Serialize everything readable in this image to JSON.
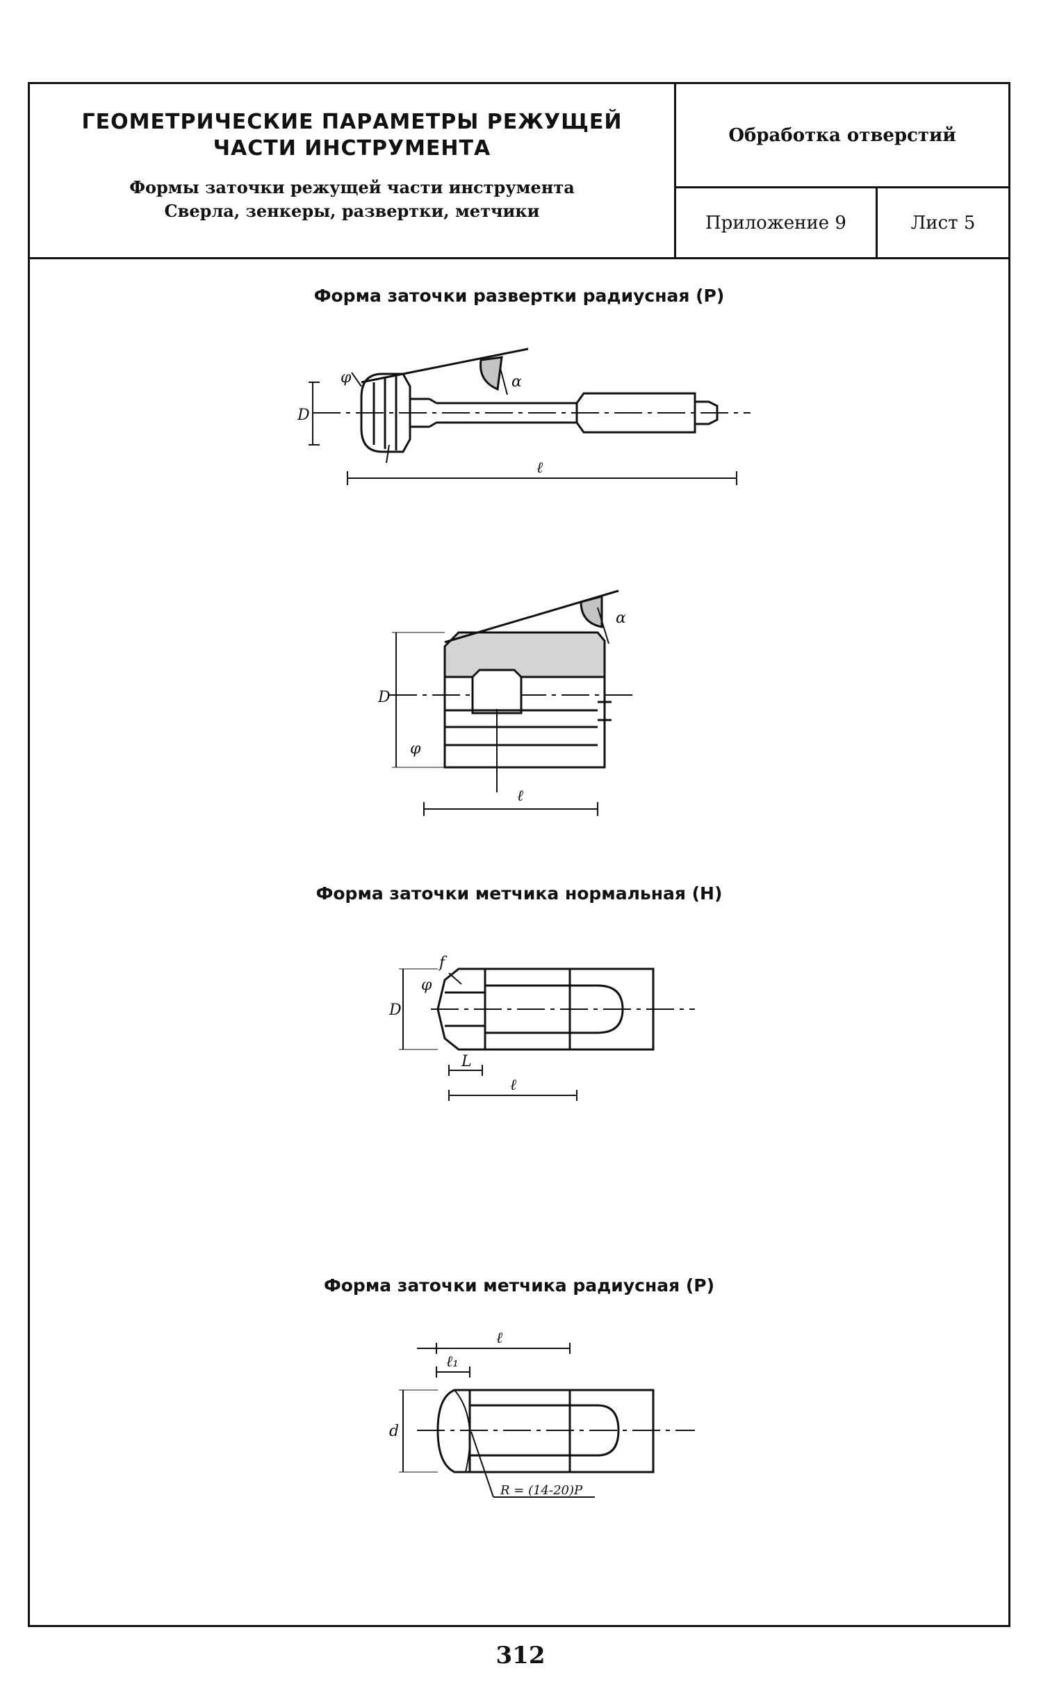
{
  "header": {
    "title_line1": "ГЕОМЕТРИЧЕСКИЕ ПАРАМЕТРЫ РЕЖУЩЕЙ",
    "title_line2": "ЧАСТИ ИНСТРУМЕНТА",
    "subtitle": "Формы заточки режущей части инструмента",
    "tools": "Сверла, зенкеры, развертки, метчики",
    "section": "Обработка отверстий",
    "appendix": "Приложение 9",
    "sheet": "Лист 5"
  },
  "figures": {
    "reamer": {
      "caption": "Форма заточки развертки радиусная (Р)",
      "labels": {
        "phi": "φ",
        "alpha": "α",
        "d": "D",
        "l": "ℓ"
      }
    },
    "shell_reamer": {
      "labels": {
        "d": "D",
        "phi": "φ",
        "alpha": "α",
        "l": "ℓ"
      }
    },
    "tap_normal": {
      "caption": "Форма заточки метчика нормальная (Н)",
      "labels": {
        "f": "f",
        "phi": "φ",
        "d": "D",
        "L": "L",
        "l": "ℓ"
      }
    },
    "tap_radius": {
      "caption": "Форма заточки метчика радиусная (Р)",
      "labels": {
        "l": "ℓ",
        "l1": "ℓ₁",
        "d": "d",
        "r": "R = (14-20)P"
      }
    }
  },
  "page_number": "312"
}
